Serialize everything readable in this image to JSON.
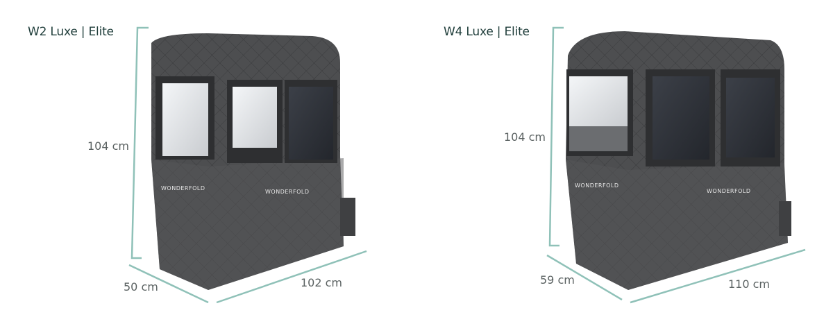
{
  "products": [
    {
      "title": "W2 Luxe | Elite",
      "height": "104 cm",
      "depth": "50 cm",
      "width": "102 cm",
      "brand": "WONDERFOLD"
    },
    {
      "title": "W4 Luxe | Elite",
      "height": "104 cm",
      "depth": "59 cm",
      "width": "110 cm",
      "brand": "WONDERFOLD"
    }
  ],
  "colors": {
    "title": "#1f3d3a",
    "dimension_text": "#5b6262",
    "dimension_line": "#8fc1b8",
    "fabric": "#4a4b4d"
  }
}
